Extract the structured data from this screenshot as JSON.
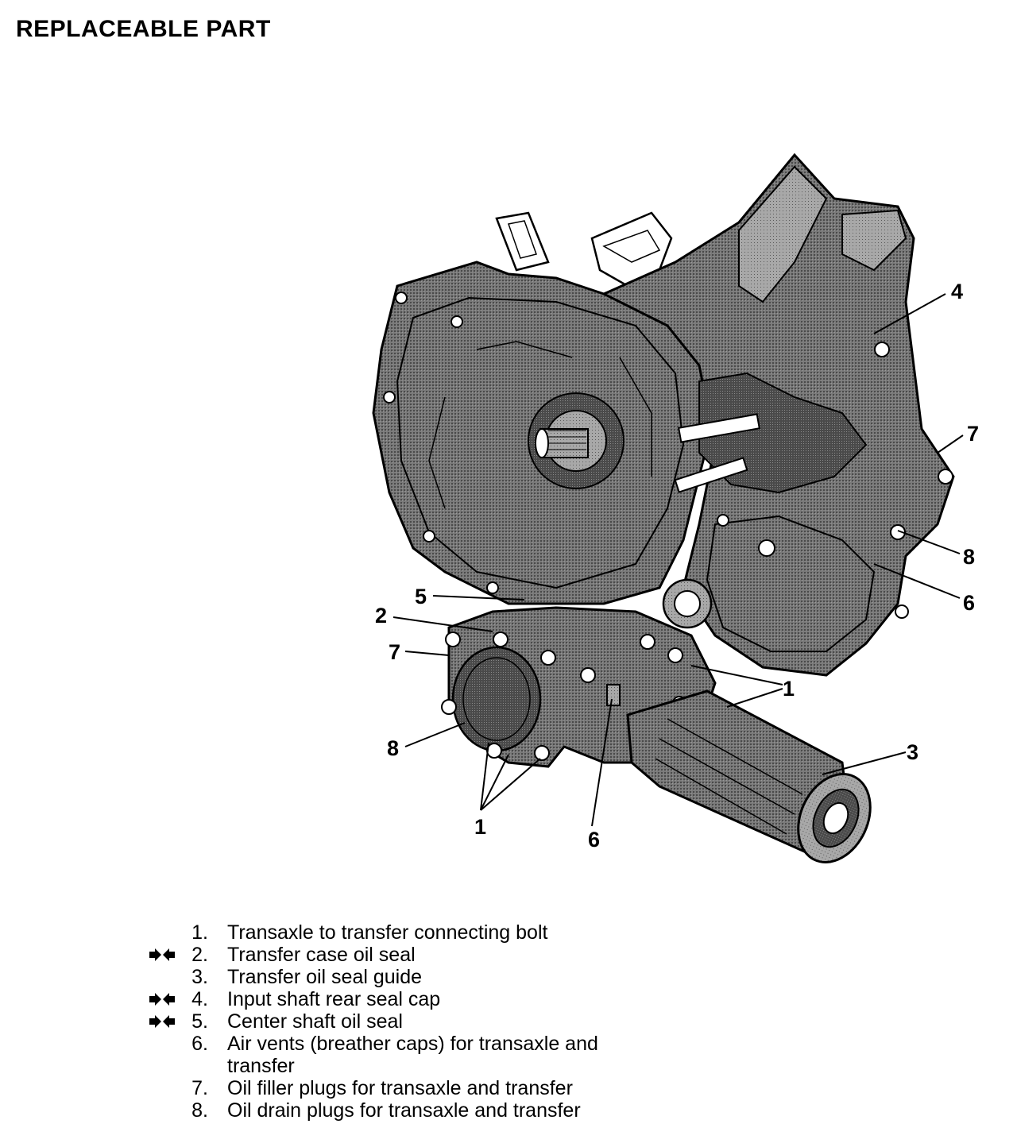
{
  "title": "REPLACEABLE PART",
  "callouts": [
    "1",
    "1",
    "2",
    "3",
    "4",
    "5",
    "6",
    "6",
    "7",
    "7",
    "8",
    "8"
  ],
  "legend": [
    {
      "num": "1.",
      "text": "Transaxle to transfer connecting bolt",
      "marked": false
    },
    {
      "num": "2.",
      "text": "Transfer case oil seal",
      "marked": true
    },
    {
      "num": "3.",
      "text": "Transfer oil seal guide",
      "marked": false
    },
    {
      "num": "4.",
      "text": "Input shaft rear seal cap",
      "marked": true
    },
    {
      "num": "5.",
      "text": "Center shaft oil seal",
      "marked": true
    },
    {
      "num": "6.",
      "text": "Air vents (breather caps) for transaxle and transfer",
      "marked": false
    },
    {
      "num": "7.",
      "text": "Oil filler plugs for transaxle and transfer",
      "marked": false
    },
    {
      "num": "8.",
      "text": "Oil drain plugs for transaxle and transfer",
      "marked": false
    }
  ],
  "legend_marker": "double-arrow-icon",
  "colors": {
    "ink": "#000000",
    "shade": "#6b6b6b",
    "paper": "#ffffff"
  }
}
